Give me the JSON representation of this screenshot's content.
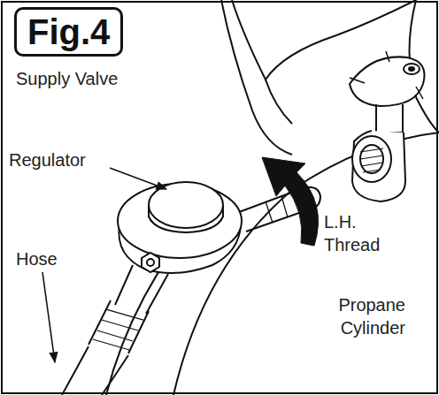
{
  "diagram": {
    "title": "Fig.4",
    "labels": [
      "Supply Valve",
      "Regulator",
      "Hose",
      "L.H. Thread",
      "Propane Cylinder"
    ]
  }
}
